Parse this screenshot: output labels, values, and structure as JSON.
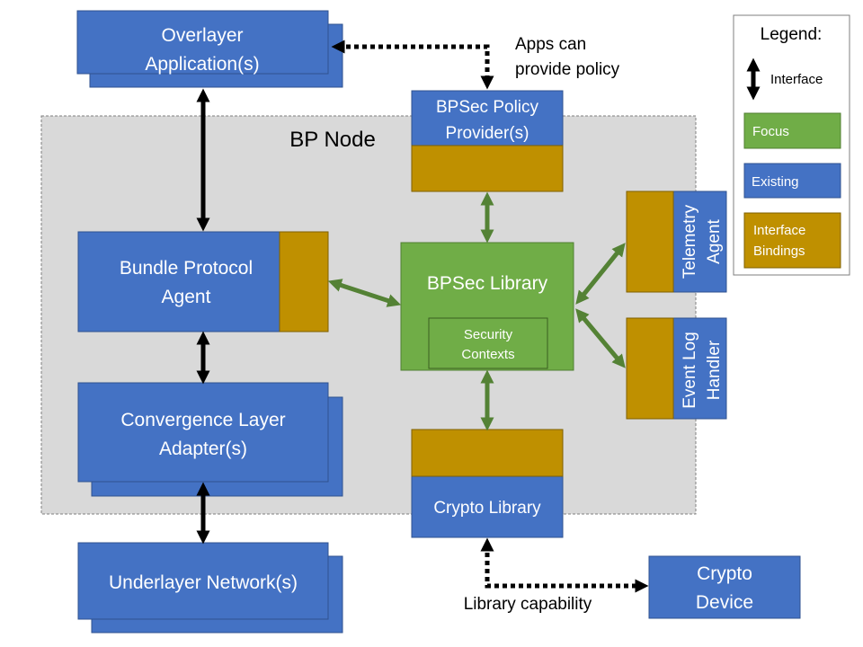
{
  "nodes": {
    "overlayer": {
      "line1": "Overlayer",
      "line2": "Application(s)"
    },
    "policy_provider": {
      "line1": "BPSec Policy",
      "line2": "Provider(s)"
    },
    "bp_node": {
      "label": "BP Node"
    },
    "bpa": {
      "line1": "Bundle Protocol",
      "line2": "Agent"
    },
    "bpsec_library": {
      "label": "BPSec Library"
    },
    "security_contexts": {
      "line1": "Security",
      "line2": "Contexts"
    },
    "cla": {
      "line1": "Convergence Layer",
      "line2": "Adapter(s)"
    },
    "crypto_library": {
      "label": "Crypto Library"
    },
    "telemetry_agent": {
      "line1": "Telemetry",
      "line2": "Agent"
    },
    "event_log_handler": {
      "line1": "Event Log",
      "line2": "Handler"
    },
    "underlayer": {
      "label": "Underlayer Network(s)"
    },
    "crypto_device": {
      "line1": "Crypto",
      "line2": "Device"
    }
  },
  "annotations": {
    "apps_policy_line1": "Apps can",
    "apps_policy_line2": "provide policy",
    "library_capability": "Library capability"
  },
  "legend": {
    "title": "Legend:",
    "interface": "Interface",
    "focus": "Focus",
    "existing": "Existing",
    "bindings_line1": "Interface",
    "bindings_line2": "Bindings"
  },
  "colors": {
    "existing": "#4472C4",
    "focus": "#70AD47",
    "binding": "#BF9000",
    "node_bg": "#D9D9D9",
    "arrow_green": "#548235",
    "arrow_black": "#000000"
  }
}
